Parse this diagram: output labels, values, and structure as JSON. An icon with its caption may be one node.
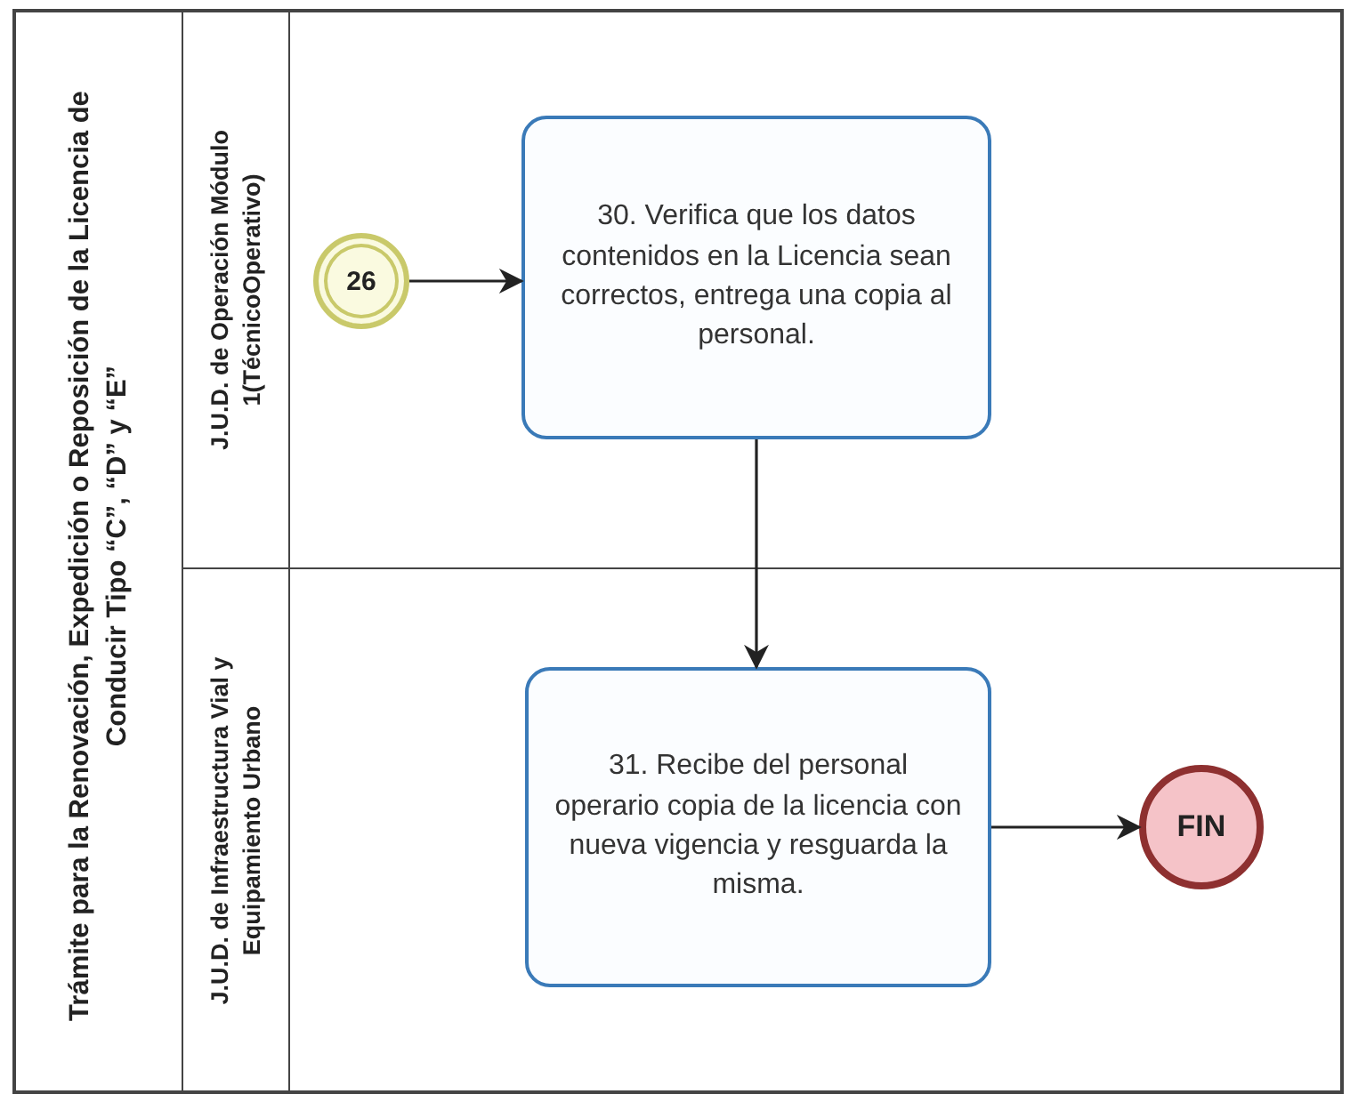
{
  "diagram": {
    "nodes": [
      {
        "text": [
          "Trámite para la Renovación, Expedición o Reposición de la Licencia de Conducir Tipo “C”, “D” y “E”"
        ]
      },
      {
        "text": [
          "J.U.D. de Operación Módulo 1(TécnicoOperativo)"
        ],
        "in": 0
      },
      {
        "text": [
          "J.U.D. de Infraestructura Vial y Equipamiento Urbano"
        ],
        "in": 0
      },
      {
        "text": [
          "26"
        ],
        "in": 1
      },
      {
        "text": [
          "30. Verifica que los datos contenidos en la Licencia sean correctos, entrega una copia al personal."
        ],
        "in": 1
      },
      {
        "text": [
          "31. Recibe del personal operario copia de la licencia con nueva vigencia y resguarda la misma."
        ],
        "in": 2
      },
      {
        "text": [
          "FIN"
        ],
        "in": 2
      }
    ],
    "edges": [
      {
        "from": 3,
        "to": 4,
        "arrow": "to"
      },
      {
        "from": 4,
        "to": 5,
        "arrow": "to"
      },
      {
        "from": 5,
        "to": 6,
        "arrow": "to"
      }
    ]
  }
}
